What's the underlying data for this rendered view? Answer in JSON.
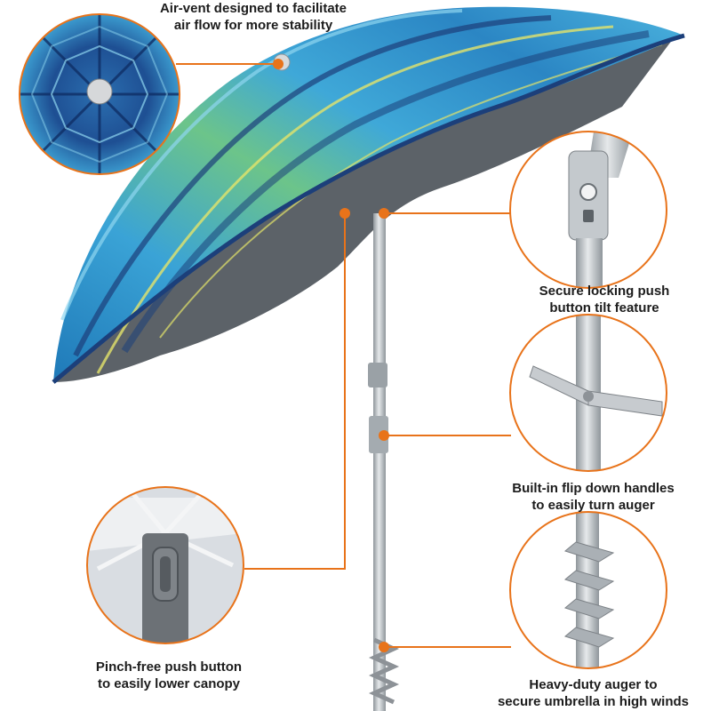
{
  "colors": {
    "callout": "#e8731a",
    "canopy_blue": "#2a8fc7",
    "canopy_dark": "#1c3f7a",
    "canopy_green": "#6ec27a",
    "canopy_yellow": "#e3e36a",
    "underside": "#5c6268",
    "pole": "#b9bec2",
    "caption_text": "#1c1c1c"
  },
  "features": {
    "air_vent": {
      "line1": "Air-vent designed to facilitate",
      "line2": "air flow for more stability",
      "icon": "umbrella-top-vent"
    },
    "tilt_lock": {
      "line1": "Secure locking push",
      "line2": "button tilt feature",
      "icon": "tilt-hinge"
    },
    "flip_handles": {
      "line1": "Built-in flip down handles",
      "line2": "to easily turn auger",
      "icon": "flip-handle"
    },
    "pinch_button": {
      "line1": "Pinch-free push button",
      "line2": "to easily lower canopy",
      "icon": "push-button"
    },
    "auger": {
      "line1": "Heavy-duty auger to",
      "line2": "secure umbrella in high winds",
      "icon": "auger-screw"
    }
  }
}
